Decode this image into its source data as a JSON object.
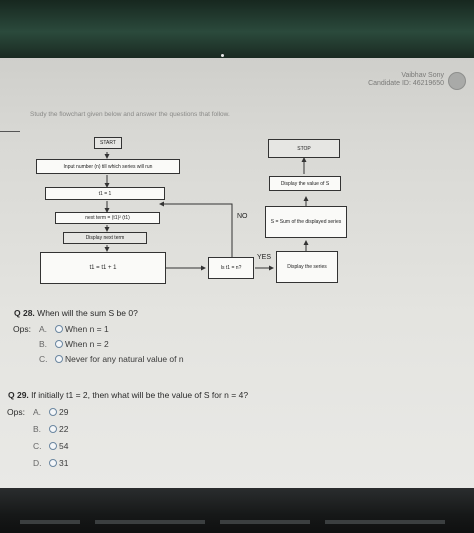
{
  "header": {
    "candidate_name": "Vaibhav Sony",
    "candidate_id": "Candidate ID: 46219650"
  },
  "instruction": "Study the flowchart given below and answer the questions that follow.",
  "flowchart": {
    "start": "START",
    "input": "Input number (n) till which series will run",
    "init": "t1 = 1",
    "next_term": "next term = (t1)² (t1)",
    "display_next": "Display next term",
    "increment": "t1 = t1 + 1",
    "decision": "Is t1 = n?",
    "no_label": "NO",
    "yes_label": "YES",
    "display_series": "Display the series",
    "sum": "S = Sum of the displayed series",
    "display_s": "Display the value of S",
    "stop": "STOP"
  },
  "questions": [
    {
      "number": "Q 28.",
      "text": "When will the sum S be 0?",
      "ops_label": "Ops:",
      "options": [
        {
          "letter": "A.",
          "text": "When n = 1"
        },
        {
          "letter": "B.",
          "text": "When n = 2"
        },
        {
          "letter": "C.",
          "text": "Never for any natural value of n"
        }
      ]
    },
    {
      "number": "Q 29.",
      "text": "If initially t1 = 2, then what will be the value of S for n = 4?",
      "ops_label": "Ops:",
      "options": [
        {
          "letter": "A.",
          "text": "29"
        },
        {
          "letter": "B.",
          "text": "22"
        },
        {
          "letter": "C.",
          "text": "54"
        },
        {
          "letter": "D.",
          "text": "31"
        }
      ]
    }
  ]
}
